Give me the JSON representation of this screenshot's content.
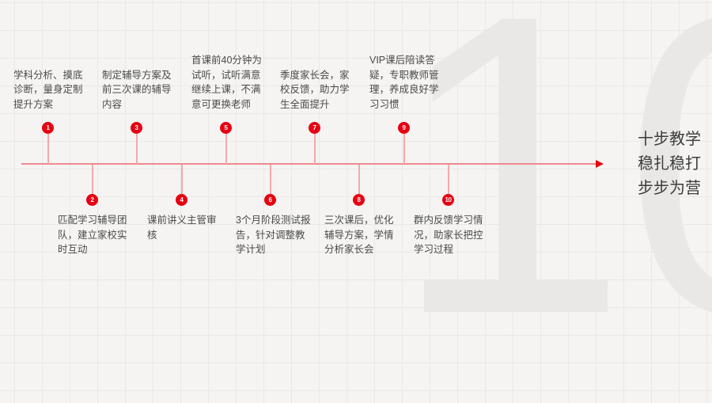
{
  "watermark": "10",
  "slogan": "十步教学\n稳扎稳打\n步步为营",
  "colors": {
    "accent_red": "#e60012",
    "line_red": "#ee8a8f",
    "stem_red": "#f2a9ac",
    "text": "#4a4a4a",
    "watermark_gray": "#e9e8e6",
    "background": "#f5f4f2"
  },
  "steps": [
    {
      "num": "1",
      "text": "学科分析、摸底\n诊断，量身定制\n提升方案"
    },
    {
      "num": "2",
      "text": "匹配学习辅导团\n队，建立家校实\n时互动"
    },
    {
      "num": "3",
      "text": "制定辅导方案及\n前三次课的辅导\n内容"
    },
    {
      "num": "4",
      "text": "课前讲义主管审\n核"
    },
    {
      "num": "5",
      "text": "首课前40分钟为\n试听，试听满意\n继续上课，不满\n意可更换老师"
    },
    {
      "num": "6",
      "text": "3个月阶段测试报\n告，针对调整教\n学计划"
    },
    {
      "num": "7",
      "text": "季度家长会，家\n校反馈，助力学\n生全面提升"
    },
    {
      "num": "8",
      "text": "三次课后，优化\n辅导方案，学情\n分析家长会"
    },
    {
      "num": "9",
      "text": "VIP课后陪读答\n疑，专职教师管\n理，养成良好学\n习习惯"
    },
    {
      "num": "10",
      "text": "群内反馈学习情\n况，助家长把控\n学习过程"
    }
  ]
}
